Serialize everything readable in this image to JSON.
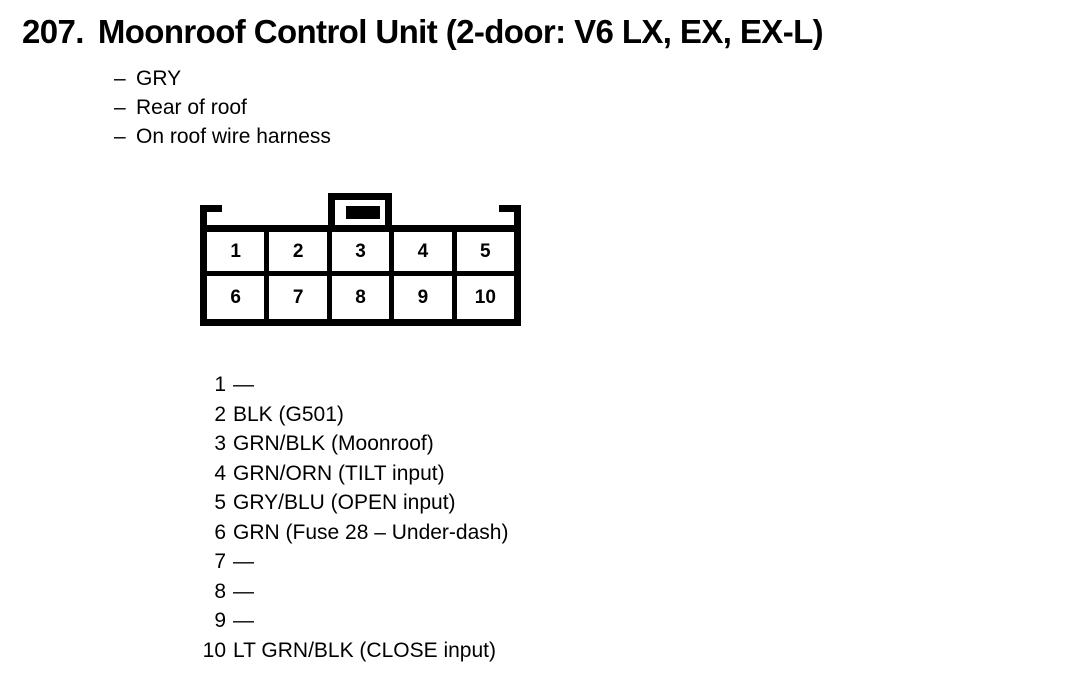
{
  "title": {
    "number": "207.",
    "text": "Moonroof Control Unit (2-door: V6 LX, EX, EX-L)"
  },
  "description": {
    "dash": "–",
    "lines": [
      "GRY",
      "Rear of roof",
      "On roof wire harness"
    ]
  },
  "connector": {
    "rows": [
      [
        "1",
        "2",
        "3",
        "4",
        "5"
      ],
      [
        "6",
        "7",
        "8",
        "9",
        "10"
      ]
    ]
  },
  "pins": [
    {
      "num": "1",
      "desc": "—"
    },
    {
      "num": "2",
      "desc": "BLK (G501)"
    },
    {
      "num": "3",
      "desc": "GRN/BLK (Moonroof)"
    },
    {
      "num": "4",
      "desc": "GRN/ORN (TILT input)"
    },
    {
      "num": "5",
      "desc": "GRY/BLU (OPEN input)"
    },
    {
      "num": "6",
      "desc": "GRN (Fuse 28 – Under-dash)"
    },
    {
      "num": "7",
      "desc": "—"
    },
    {
      "num": "8",
      "desc": "—"
    },
    {
      "num": "9",
      "desc": "—"
    },
    {
      "num": "10",
      "desc": "LT GRN/BLK (CLOSE input)"
    }
  ],
  "colors": {
    "ink": "#000000",
    "paper": "#ffffff"
  }
}
